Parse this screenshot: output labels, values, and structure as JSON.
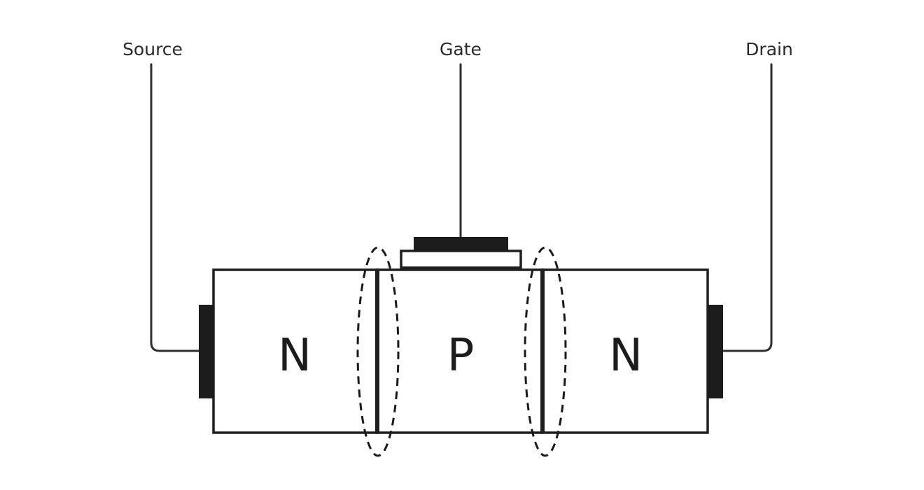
{
  "terminals": {
    "source": "Source",
    "gate": "Gate",
    "drain": "Drain"
  },
  "regions": {
    "left": "N",
    "middle": "P",
    "right": "N"
  }
}
